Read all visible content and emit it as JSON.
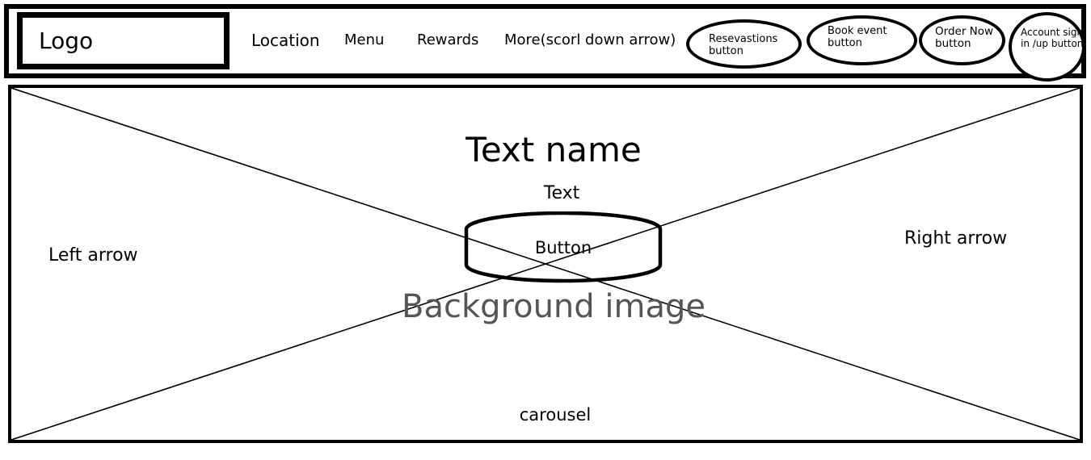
{
  "header": {
    "logo_text": "Logo",
    "nav": {
      "location": "Location",
      "menu": "Menu",
      "rewards": "Rewards",
      "more": "More(scorl down arrow)"
    },
    "buttons": {
      "reservations": "Resevastions button",
      "book_event": "Book event button",
      "order_now": "Order Now button",
      "account": "Account sign in /up button"
    }
  },
  "hero": {
    "title": "Text name",
    "text": "Text",
    "button_label": "Button",
    "background_label": "Background image",
    "left_arrow": "Left arrow",
    "right_arrow": "Right arrow",
    "carousel_label": "carousel"
  }
}
